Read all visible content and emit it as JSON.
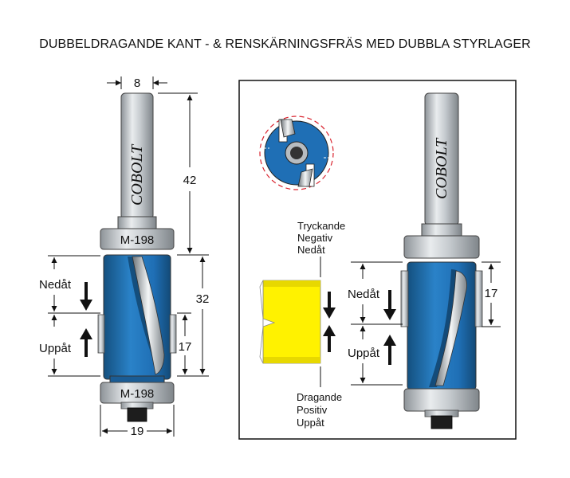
{
  "title": "DUBBELDRAGANDE KANT - & RENSKÄRNINGSFRÄS MED DUBBLA STYRLAGER",
  "left_figure": {
    "brand": "COBOLT",
    "bearing_top_label": "M-198",
    "bearing_bottom_label": "M-198",
    "dim_shank_diameter": "8",
    "dim_shank_length": "42",
    "dim_cut_length": "32",
    "dim_lower_section": "17",
    "dim_bearing_diameter": "19",
    "label_down": "Nedåt",
    "label_up": "Uppåt"
  },
  "right_panel": {
    "label_top_line1": "Tryckande",
    "label_top_line2": "Negativ",
    "label_top_line3": "Nedåt",
    "label_down": "Nedåt",
    "label_up": "Uppåt",
    "dim_section": "17",
    "label_bottom_line1": "Dragande",
    "label_bottom_line2": "Positiv",
    "label_bottom_line3": "Uppåt",
    "brand": "COBOLT"
  },
  "colors": {
    "cutter_blue": "#1f6fb5",
    "steel_gray": "#c8ccd0",
    "workpiece_yellow": "#fff200",
    "cut_circle_red": "#d9232e"
  }
}
